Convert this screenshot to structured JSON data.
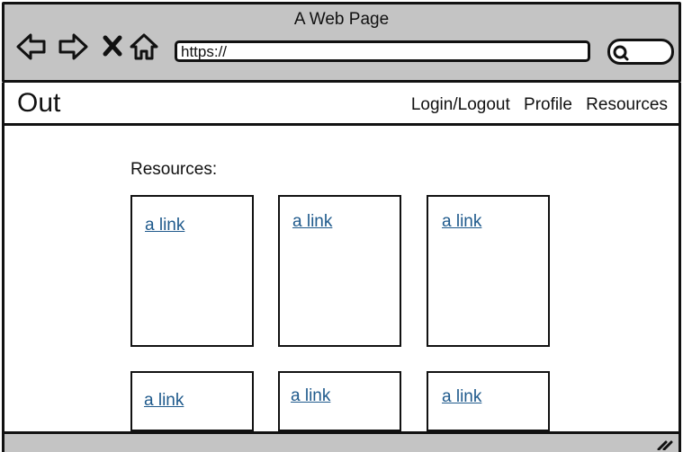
{
  "browser": {
    "window_title": "A Web Page",
    "url": "https://",
    "icons": [
      "back-arrow-icon",
      "forward-arrow-icon",
      "close-x-icon",
      "home-icon",
      "search-icon"
    ]
  },
  "site": {
    "brand": "Out",
    "nav": [
      "Login/Logout",
      "Profile",
      "Resources"
    ]
  },
  "resources": {
    "title": "Resources:",
    "cards": [
      {
        "link": "a link"
      },
      {
        "link": "a link"
      },
      {
        "link": "a link"
      },
      {
        "link": "a link"
      },
      {
        "link": "a link"
      },
      {
        "link": "a link"
      }
    ]
  },
  "colors": {
    "chrome": "#c4c4c4",
    "link": "#1f5a8c",
    "stroke": "#111111"
  }
}
